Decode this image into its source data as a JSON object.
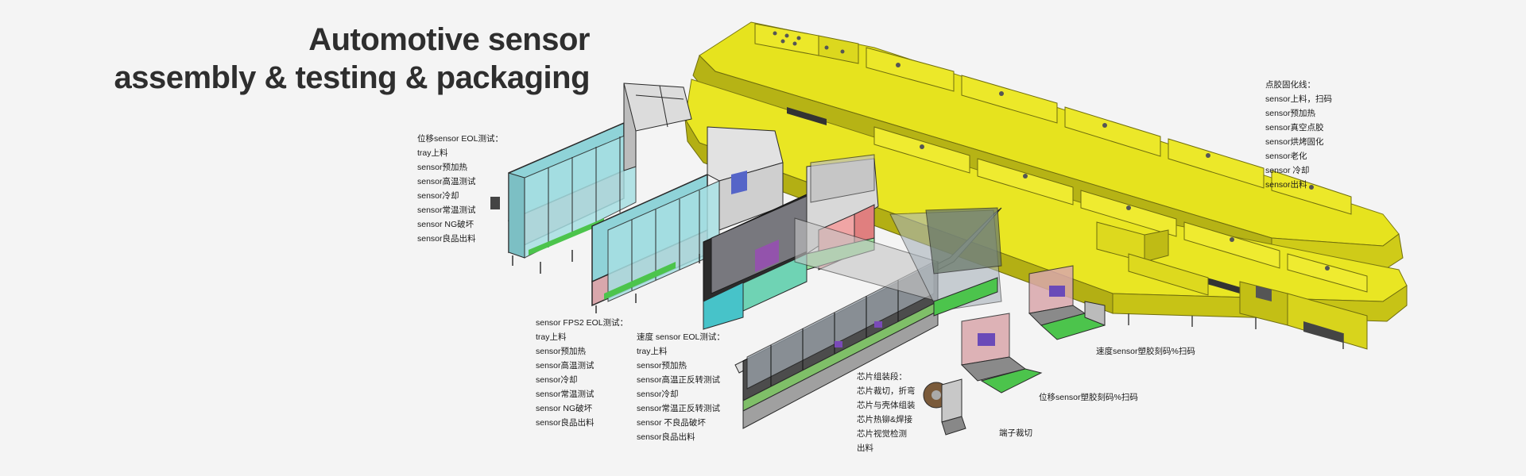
{
  "title": {
    "line1": "Automotive sensor",
    "line2": "assembly & testing & packaging"
  },
  "labels": {
    "displacement_eol": [
      "位移sensor EOL测试：",
      "tray上料",
      "sensor预加热",
      "sensor高温测试",
      "sensor冷却",
      "sensor常温测试",
      "sensor NG破坏",
      "sensor良品出料"
    ],
    "fps2_eol": [
      "sensor FPS2 EOL测试：",
      "tray上料",
      "sensor预加热",
      "sensor高温测试",
      "sensor冷却",
      "sensor常温测试",
      "sensor NG破坏",
      "sensor良品出料"
    ],
    "speed_eol": [
      "速度 sensor  EOL测试：",
      "tray上料",
      "sensor预加热",
      "sensor高温正反转测试",
      "sensor冷却",
      "sensor常温正反转测试",
      "sensor 不良品破坏",
      "sensor良品出料"
    ],
    "chip_assembly": [
      "芯片组装段：",
      "芯片裁切，折弯",
      "芯片与壳体组装",
      "芯片热铆&焊接",
      "芯片视觉检测",
      "出料"
    ],
    "glue_curing": [
      "点胶固化线：",
      "sensor上料，扫码",
      "sensor预加热",
      "sensor真空点胶",
      "sensor烘烤固化",
      "sensor老化",
      "sensor 冷却",
      "sensor出料"
    ],
    "speed_laser": "速度sensor塑胶刻码%扫码",
    "displacement_laser": "位移sensor塑胶刻码%扫码",
    "terminal_cut": "端子裁切"
  },
  "colors": {
    "yellow": "#e6e31e",
    "yellow_dark": "#a9a612",
    "glass_cyan": "#8fd3d8",
    "frame": "#2a2a2a",
    "pink": "#d9a7ac",
    "green": "#4cc44c",
    "teal": "#47c3c9",
    "background": "#f4f4f4"
  }
}
